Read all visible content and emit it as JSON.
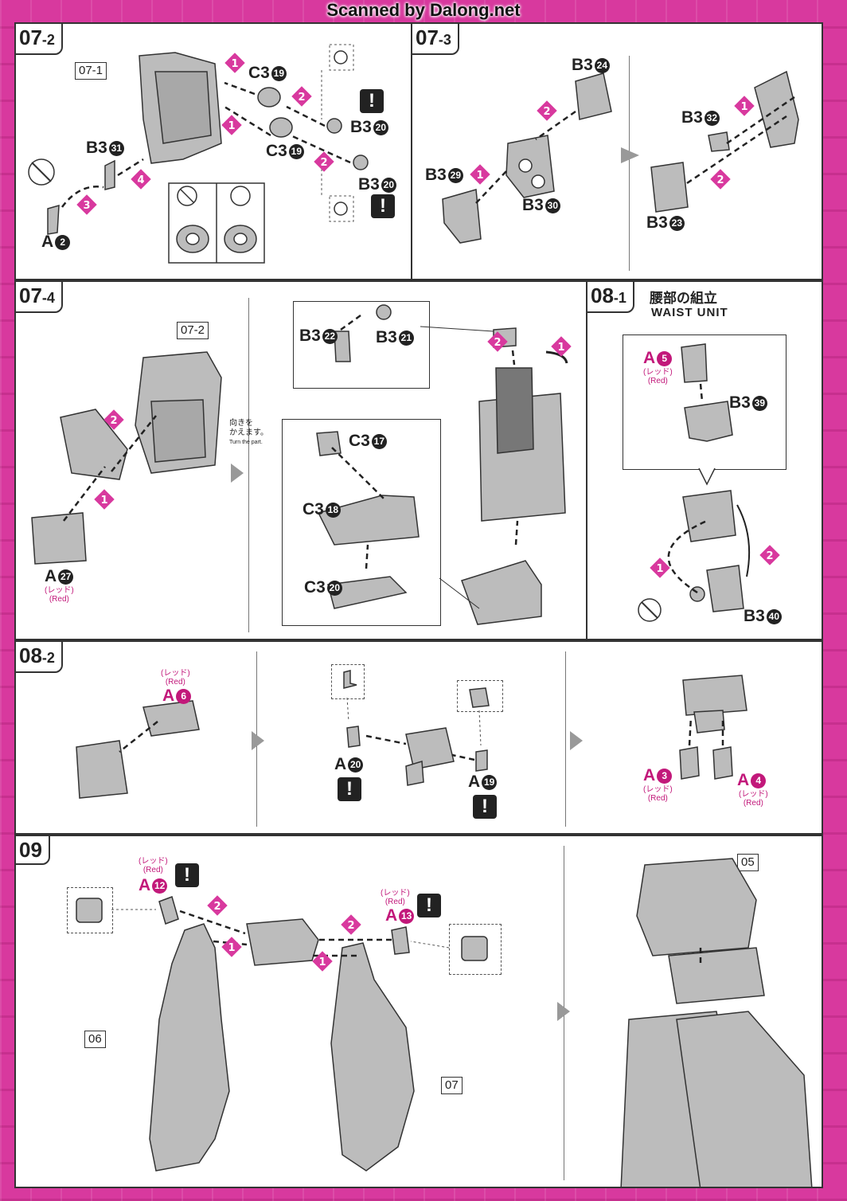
{
  "watermark": "Scanned by Dalong.net",
  "colors": {
    "accent": "#d8399e",
    "ink": "#222222",
    "red_note": "#c2187a"
  },
  "steps": {
    "s07_2": {
      "main": "07",
      "sub": "-2",
      "ref": "07-1",
      "labels": {
        "c3_top": "C3",
        "c3_top_n": "19",
        "c3_mid": "C3",
        "c3_mid_n": "19",
        "b3_20a": "B3",
        "b3_20a_n": "20",
        "b3_20b": "B3",
        "b3_20b_n": "20",
        "b3_31": "B3",
        "b3_31_n": "31",
        "a2": "A",
        "a2_n": "2"
      },
      "nums": [
        "1",
        "2",
        "1",
        "2",
        "3",
        "4"
      ],
      "warn": "!"
    },
    "s07_3": {
      "main": "07",
      "sub": "-3",
      "labels": {
        "b3_24": "B3",
        "b3_24_n": "24",
        "b3_29": "B3",
        "b3_29_n": "29",
        "b3_30": "B3",
        "b3_30_n": "30",
        "b3_32": "B3",
        "b3_32_n": "32",
        "b3_23": "B3",
        "b3_23_n": "23"
      },
      "nums": [
        "2",
        "1",
        "1",
        "2"
      ]
    },
    "s07_4": {
      "main": "07",
      "sub": "-4",
      "ref": "07-2",
      "turn_jp_1": "向きを",
      "turn_jp_2": "かえます。",
      "turn_en": "Turn the part.",
      "labels": {
        "a27": "A",
        "a27_n": "27",
        "b3_22": "B3",
        "b3_22_n": "22",
        "b3_21": "B3",
        "b3_21_n": "21",
        "c3_17": "C3",
        "c3_17_n": "17",
        "c3_18": "C3",
        "c3_18_n": "18",
        "c3_20": "C3",
        "c3_20_n": "20"
      },
      "red_jp": "(レッド)",
      "red_en": "(Red)",
      "nums": [
        "2",
        "1",
        "2",
        "1"
      ]
    },
    "s08_1": {
      "main": "08",
      "sub": "-1",
      "title_jp": "腰部の組立",
      "title_en": "WAIST UNIT",
      "labels": {
        "a5": "A",
        "a5_n": "5",
        "b3_39": "B3",
        "b3_39_n": "39",
        "b3_40": "B3",
        "b3_40_n": "40"
      },
      "red_jp": "(レッド)",
      "red_en": "(Red)",
      "nums": [
        "1",
        "2"
      ]
    },
    "s08_2": {
      "main": "08",
      "sub": "-2",
      "labels": {
        "a6": "A",
        "a6_n": "6",
        "a20": "A",
        "a20_n": "20",
        "a19": "A",
        "a19_n": "19",
        "a3": "A",
        "a3_n": "3",
        "a4": "A",
        "a4_n": "4"
      },
      "red_jp": "(レッド)",
      "red_en": "(Red)",
      "warn": "!"
    },
    "s09": {
      "main": "09",
      "refs": {
        "r06": "06",
        "r07": "07",
        "r05": "05"
      },
      "labels": {
        "a12": "A",
        "a12_n": "12",
        "a13": "A",
        "a13_n": "13"
      },
      "red_jp": "(レッド)",
      "red_en": "(Red)",
      "warn": "!",
      "nums": [
        "2",
        "1",
        "2",
        "1"
      ]
    }
  }
}
